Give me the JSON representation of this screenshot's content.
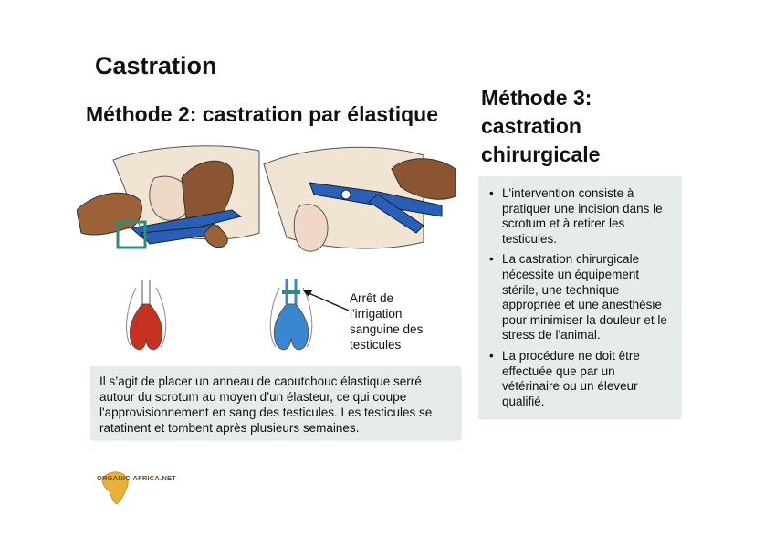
{
  "title": "Castration",
  "method2": {
    "title": "Méthode 2: castration par élastique",
    "annotation": "Arrêt de l'irrigation sanguine des testicules",
    "description": "Il s’agit de placer un anneau de caoutchouc élastique serré autour du scrotum au moyen d’un élasteur, ce qui coupe l'approvisionnement en sang des testicules. Les testicules se ratatinent et tombent après plusieurs semaines."
  },
  "method3": {
    "title": "Méthode 3: castration chirurgicale",
    "bullets": [
      "L'intervention consiste à pratiquer une incision dans le scrotum et à retirer les testicules.",
      "La castration chirurgicale nécessite un équipement stérile, une technique appropriée et une anesthésie pour minimiser la douleur et le stress de l'animal.",
      "La procédure ne doit être effectuée que par un vétérinaire ou un éleveur qualifié."
    ]
  },
  "logo": {
    "text": "ORGANIC-AFRICA.NET"
  },
  "colors": {
    "box_bg": "#e6ecea",
    "tool_blue": "#2a5fb8",
    "red_testis": "#c8311f",
    "blue_testis": "#3a86d0",
    "skin": "#9a6236"
  }
}
